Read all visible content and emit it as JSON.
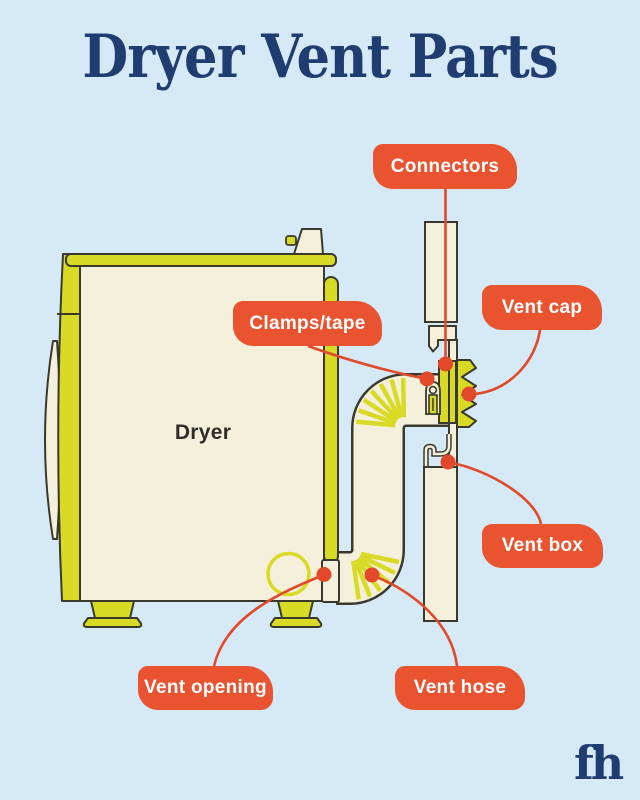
{
  "title": "Dryer Vent Parts",
  "diagram": {
    "machine_label": "Dryer",
    "callouts": [
      {
        "id": "connectors",
        "label": "Connectors"
      },
      {
        "id": "vent-cap",
        "label": "Vent cap"
      },
      {
        "id": "clamps-tape",
        "label": "Clamps/tape"
      },
      {
        "id": "vent-box",
        "label": "Vent box"
      },
      {
        "id": "vent-opening",
        "label": "Vent opening"
      },
      {
        "id": "vent-hose",
        "label": "Vent hose"
      }
    ]
  },
  "footer": {
    "logo_text": "fh"
  },
  "palette": {
    "background": "#d6e9f7",
    "title_navy": "#1f3d70",
    "callout_orange": "#e95330",
    "callout_text": "#ffffff",
    "pointer_red": "#e2492a",
    "machine_cream": "#f4f0db",
    "machine_yellow": "#d9da25",
    "outline_dark": "#3a392e",
    "machine_text": "#2e2d28"
  }
}
